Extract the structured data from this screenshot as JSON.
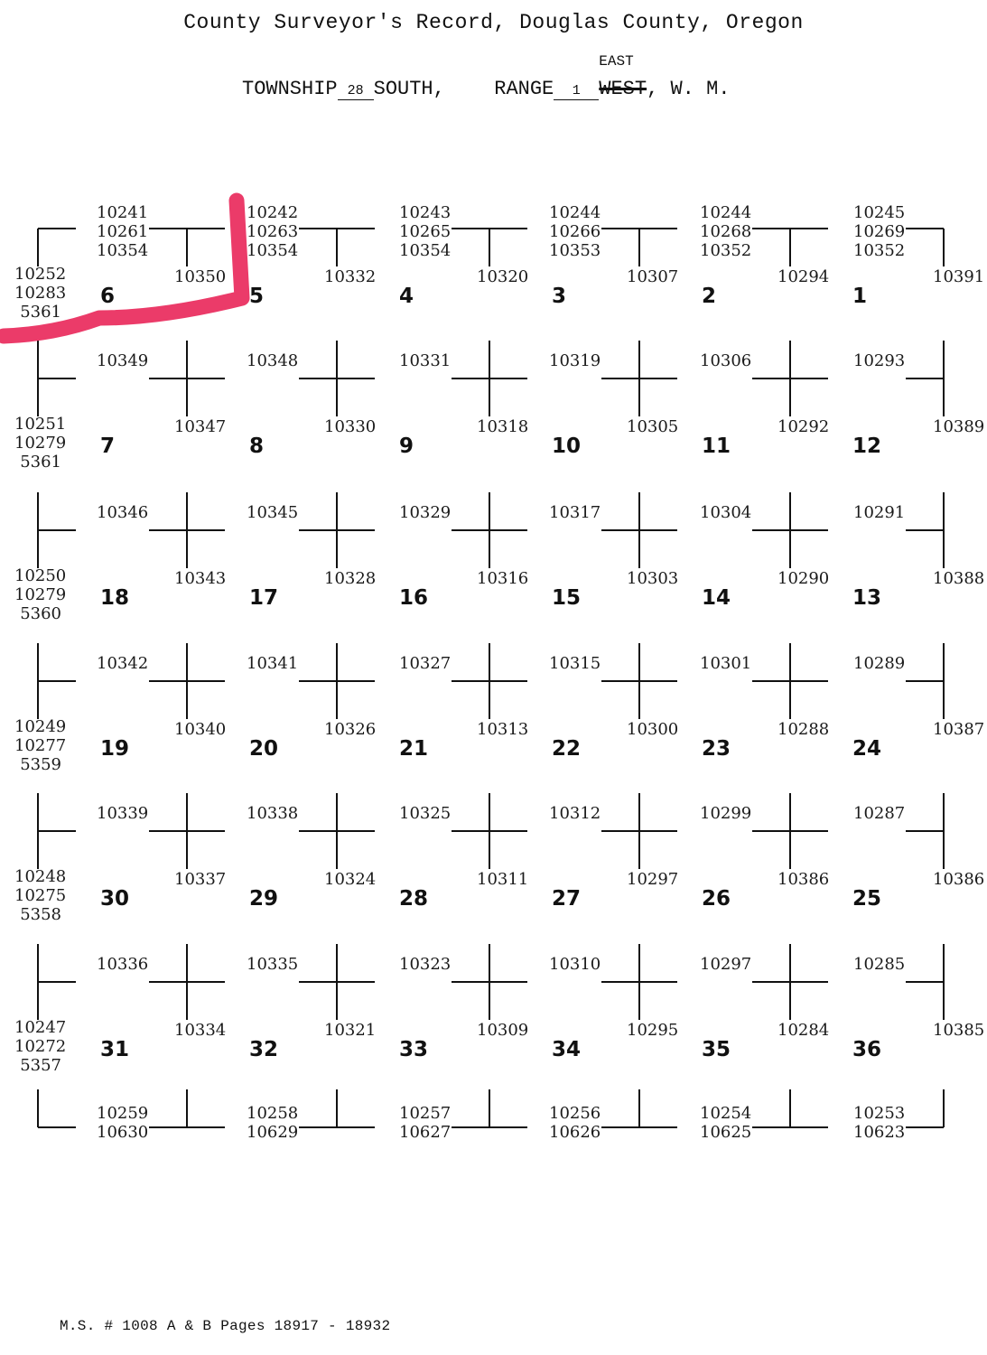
{
  "document": {
    "title": "County Surveyor's Record, Douglas County, Oregon",
    "township_label": "TOWNSHIP",
    "township_number": "28",
    "township_direction": "SOUTH",
    "range_label": "RANGE",
    "range_number": "1",
    "range_direction_struck": "WEST",
    "range_direction": "EAST",
    "meridian": "W. M.",
    "footer": "M.S. # 1008 A & B Pages 18917 - 18932"
  },
  "sections": [
    "6",
    "5",
    "4",
    "3",
    "2",
    "1",
    "7",
    "8",
    "9",
    "10",
    "11",
    "12",
    "18",
    "17",
    "16",
    "15",
    "14",
    "13",
    "19",
    "20",
    "21",
    "22",
    "23",
    "24",
    "30",
    "29",
    "28",
    "27",
    "26",
    "25",
    "31",
    "32",
    "33",
    "34",
    "35",
    "36"
  ],
  "corner_refs": {
    "upper": [
      [
        [
          "10252",
          "10283",
          "5361"
        ],
        [
          "10241",
          "10261",
          "10354"
        ],
        [
          "10242",
          "10263",
          "10354"
        ],
        [
          "10243",
          "10265",
          "10354"
        ],
        [
          "10244",
          "10266",
          "10353"
        ],
        [
          "10244",
          "10268",
          "10352"
        ],
        [
          "10245",
          "10269",
          "10352"
        ]
      ],
      [
        [
          "10251",
          "10279",
          "5361"
        ],
        [
          "10349"
        ],
        [
          "10348"
        ],
        [
          "10331"
        ],
        [
          "10319"
        ],
        [
          "10306"
        ],
        [
          "10293"
        ]
      ],
      [
        [
          "10250",
          "10279",
          "5360"
        ],
        [
          "10346"
        ],
        [
          "10345"
        ],
        [
          "10329"
        ],
        [
          "10317"
        ],
        [
          "10304"
        ],
        [
          "10291"
        ]
      ],
      [
        [
          "10249",
          "10277",
          "5359"
        ],
        [
          "10342"
        ],
        [
          "10341"
        ],
        [
          "10327"
        ],
        [
          "10315"
        ],
        [
          "10301"
        ],
        [
          "10289"
        ]
      ],
      [
        [
          "10248",
          "10275",
          "5358"
        ],
        [
          "10339"
        ],
        [
          "10338"
        ],
        [
          "10325"
        ],
        [
          "10312"
        ],
        [
          "10299"
        ],
        [
          "10287"
        ]
      ],
      [
        [
          "10247",
          "10272",
          "5357"
        ],
        [
          "10336"
        ],
        [
          "10335"
        ],
        [
          "10323"
        ],
        [
          "10310"
        ],
        [
          "10297"
        ],
        [
          "10285"
        ]
      ],
      [
        [],
        [
          "10259",
          "10630"
        ],
        [
          "10258",
          "10629"
        ],
        [
          "10257",
          "10627"
        ],
        [
          "10256",
          "10626"
        ],
        [
          "10254",
          "10625"
        ],
        [
          "10253",
          "10623"
        ]
      ]
    ],
    "lower": [
      [
        "10350",
        "10332",
        "10320",
        "10307",
        "10294",
        "10391"
      ],
      [
        "10347",
        "10330",
        "10318",
        "10305",
        "10292",
        "10389"
      ],
      [
        "10343",
        "10328",
        "10316",
        "10303",
        "10290",
        "10388"
      ],
      [
        "10340",
        "10326",
        "10313",
        "10300",
        "10288",
        "10387"
      ],
      [
        "10337",
        "10324",
        "10311",
        "10297",
        "10386",
        "10386"
      ],
      [
        "10334",
        "10321",
        "10309",
        "10295",
        "10284",
        "10385"
      ]
    ]
  }
}
